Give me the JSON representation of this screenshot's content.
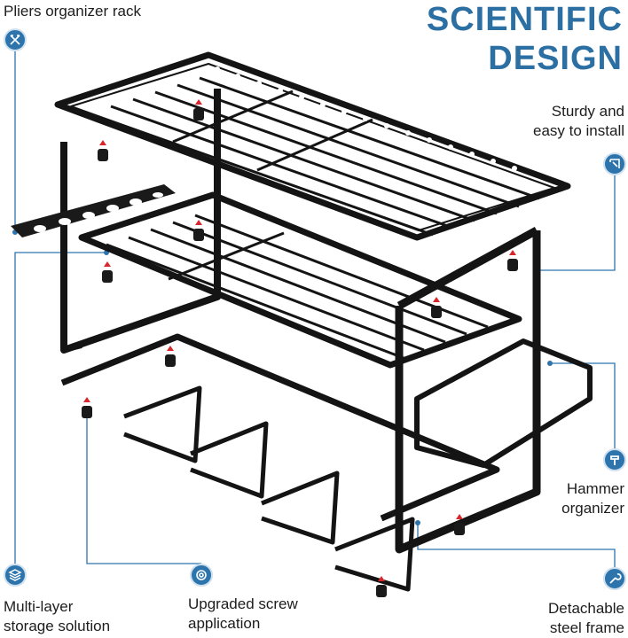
{
  "headline": {
    "line1": "SCIENTIFIC",
    "line2": "DESIGN"
  },
  "callouts": {
    "pliers": "Pliers organizer rack",
    "sturdy_line1": "Sturdy and",
    "sturdy_line2": "easy to install",
    "hammer_line1": "Hammer",
    "hammer_line2": "organizer",
    "multilayer_line1": "Multi-layer",
    "multilayer_line2": "storage solution",
    "screw_line1": "Upgraded screw",
    "screw_line2": "application",
    "frame_line1": "Detachable",
    "frame_line2": "steel frame"
  },
  "icons": {
    "pliers": "pliers-icon",
    "sturdy": "bracket-icon",
    "hammer": "hammer-icon",
    "multilayer": "layers-icon",
    "screw": "screw-icon",
    "frame": "wrench-icon"
  },
  "colors": {
    "accent": "#2d74ad",
    "headline": "#2b6fa3",
    "metal": "#1a1a1a",
    "marker": "#d9262c"
  }
}
